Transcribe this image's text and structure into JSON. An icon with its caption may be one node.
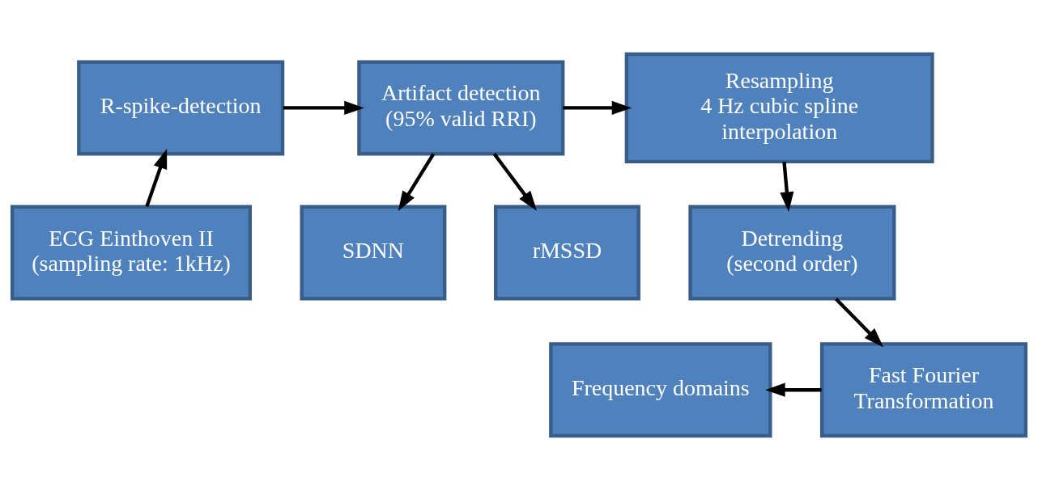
{
  "diagram": {
    "nodes": [
      {
        "text": [
          "R-spike-detection"
        ]
      },
      {
        "text": [
          "Artifact detection",
          "(95% valid RRI)"
        ]
      },
      {
        "text": [
          "Resampling",
          "4 Hz cubic spline interpolation"
        ]
      },
      {
        "text": [
          "ECG Einthoven II (sampling rate: 1kHz)"
        ]
      },
      {
        "text": [
          "SDNN"
        ]
      },
      {
        "text": [
          "rMSSD"
        ]
      },
      {
        "text": [
          "Detrending",
          "(second order)"
        ]
      },
      {
        "text": [
          "Frequency domains"
        ]
      },
      {
        "text": [
          "Fast Fourier Transformation"
        ]
      }
    ],
    "edges": [
      {
        "from": 3,
        "to": 0,
        "arrow": "to"
      },
      {
        "from": 0,
        "to": 1,
        "arrow": "to"
      },
      {
        "from": 1,
        "to": 2,
        "arrow": "to"
      },
      {
        "from": 1,
        "to": 4,
        "arrow": "to"
      },
      {
        "from": 1,
        "to": 5,
        "arrow": "to"
      },
      {
        "from": 2,
        "to": 6,
        "arrow": "to"
      },
      {
        "from": 6,
        "to": 8,
        "arrow": "to"
      },
      {
        "from": 8,
        "to": 7,
        "arrow": "to"
      }
    ]
  }
}
